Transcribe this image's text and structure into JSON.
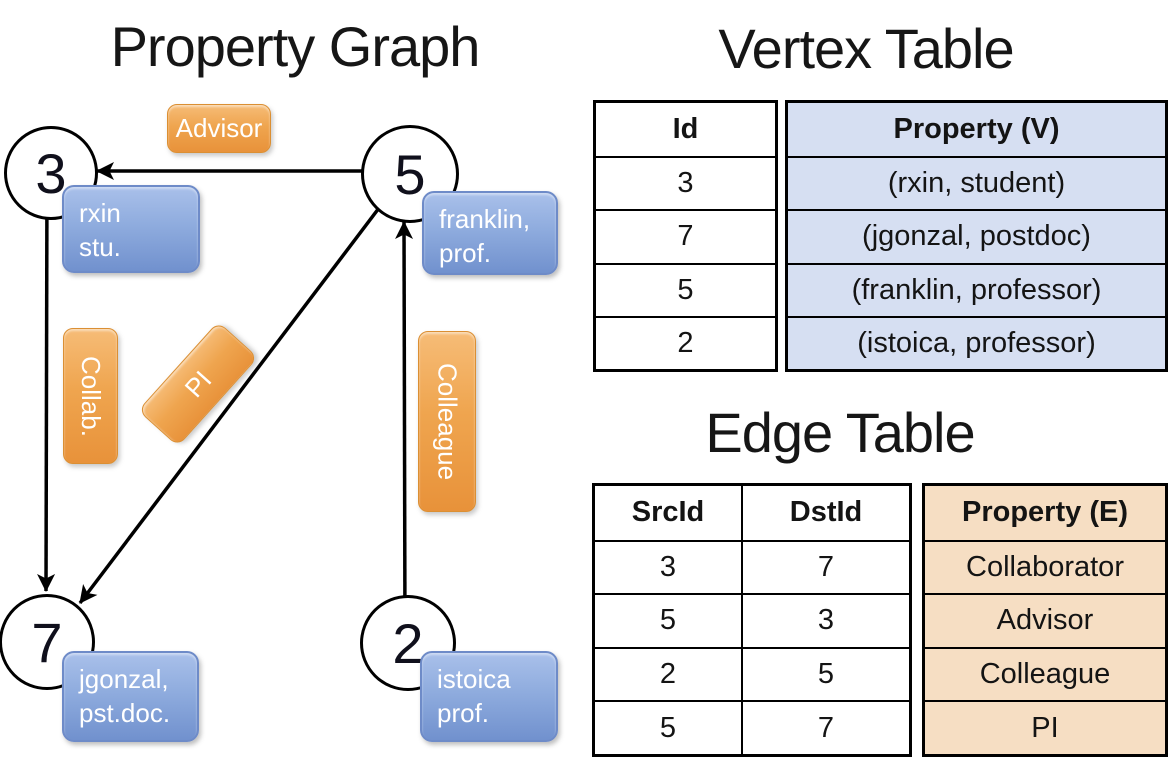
{
  "graph": {
    "title": "Property Graph",
    "nodes": [
      {
        "id": "3",
        "line1": "rxin",
        "line2": "stu."
      },
      {
        "id": "5",
        "line1": "franklin,",
        "line2": "prof."
      },
      {
        "id": "7",
        "line1": "jgonzal,",
        "line2": "pst.doc."
      },
      {
        "id": "2",
        "line1": "istoica",
        "line2": "prof."
      }
    ],
    "edge_labels": {
      "advisor": "Advisor",
      "collab": "Collab.",
      "pi": "PI",
      "colleague": "Colleague"
    }
  },
  "vertex_table": {
    "title": "Vertex Table",
    "columns": {
      "id": "Id",
      "property": "Property (V)"
    },
    "rows": [
      {
        "id": "3",
        "property": "(rxin, student)"
      },
      {
        "id": "7",
        "property": "(jgonzal, postdoc)"
      },
      {
        "id": "5",
        "property": "(franklin, professor)"
      },
      {
        "id": "2",
        "property": "(istoica, professor)"
      }
    ]
  },
  "edge_table": {
    "title": "Edge Table",
    "columns": {
      "src": "SrcId",
      "dst": "DstId",
      "property": "Property (E)"
    },
    "rows": [
      {
        "src": "3",
        "dst": "7",
        "property": "Collaborator"
      },
      {
        "src": "5",
        "dst": "3",
        "property": "Advisor"
      },
      {
        "src": "2",
        "dst": "5",
        "property": "Colleague"
      },
      {
        "src": "5",
        "dst": "7",
        "property": "PI"
      }
    ]
  },
  "colors": {
    "edge_label_orange": "#e8923a",
    "vertex_box_blue": "#7191ce",
    "vertex_table_fill": "#d6dff2",
    "edge_table_fill": "#f6dec3",
    "line_black": "#000000"
  }
}
